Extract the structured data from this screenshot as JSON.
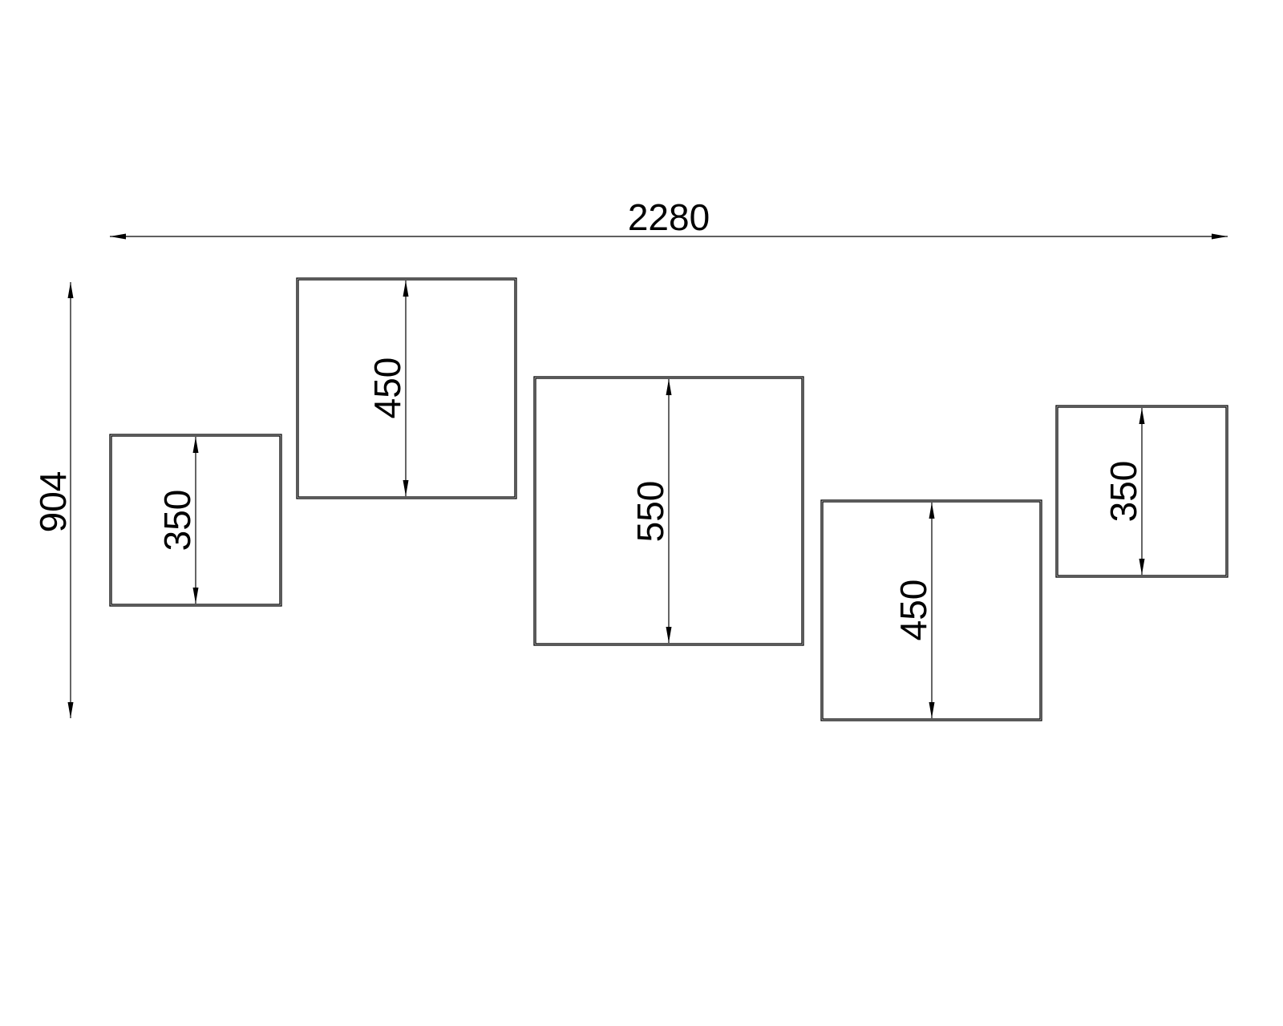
{
  "drawing": {
    "overall_width_label": "2280",
    "overall_height_label": "904",
    "line_color": "#000000",
    "background_color": "#ffffff"
  },
  "panels": [
    {
      "id": "panel-1",
      "size_label": "350"
    },
    {
      "id": "panel-2",
      "size_label": "450"
    },
    {
      "id": "panel-3",
      "size_label": "550"
    },
    {
      "id": "panel-4",
      "size_label": "450"
    },
    {
      "id": "panel-5",
      "size_label": "350"
    }
  ]
}
